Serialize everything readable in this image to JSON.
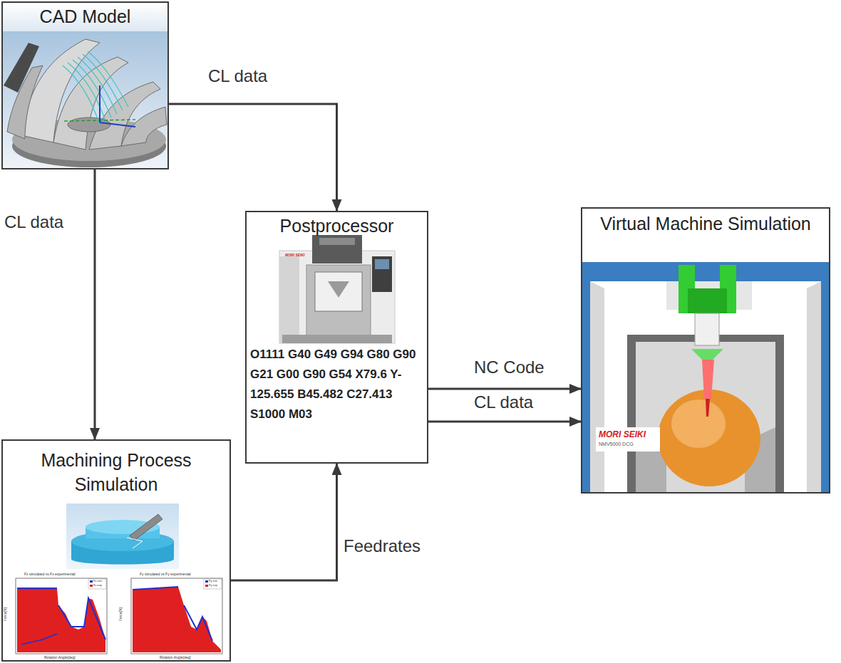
{
  "diagram": {
    "nodes": [
      {
        "text": [
          "CAD Model"
        ]
      },
      {
        "text": [
          "Postprocessor",
          "O1111 G40 G49 G94 G80 G90 G21 G00 G90 G54 X79.6 Y-125.655 B45.482 C27.413 S1000 M03"
        ]
      },
      {
        "text": [
          "Virtual Machine Simulation"
        ]
      },
      {
        "text": [
          "Machining Process Simulation"
        ]
      }
    ],
    "edges": [
      {
        "from": 0,
        "to": 1,
        "label": "CL data",
        "arrow": "to"
      },
      {
        "from": 0,
        "to": 3,
        "label": "CL data",
        "arrow": "to"
      },
      {
        "from": 3,
        "to": 1,
        "label": "Feedrates",
        "arrow": "to"
      },
      {
        "from": 1,
        "to": 2,
        "label": "NC Code",
        "arrow": "to"
      },
      {
        "from": 1,
        "to": 2,
        "label": "CL data",
        "arrow": "to"
      }
    ],
    "labels": [
      "MORI SEIKI",
      "MORI SEIKI",
      "NMV5000 DCG",
      "Fx simulated vs Fx experimental",
      "Fx sim",
      "Fx exp",
      "Force[N]",
      "Rotation Angle[deg]",
      "Fy simulated vs Fy experimental",
      "Fy sim",
      "Fy exp",
      "Force[N]",
      "Rotation Angle[deg]"
    ]
  }
}
